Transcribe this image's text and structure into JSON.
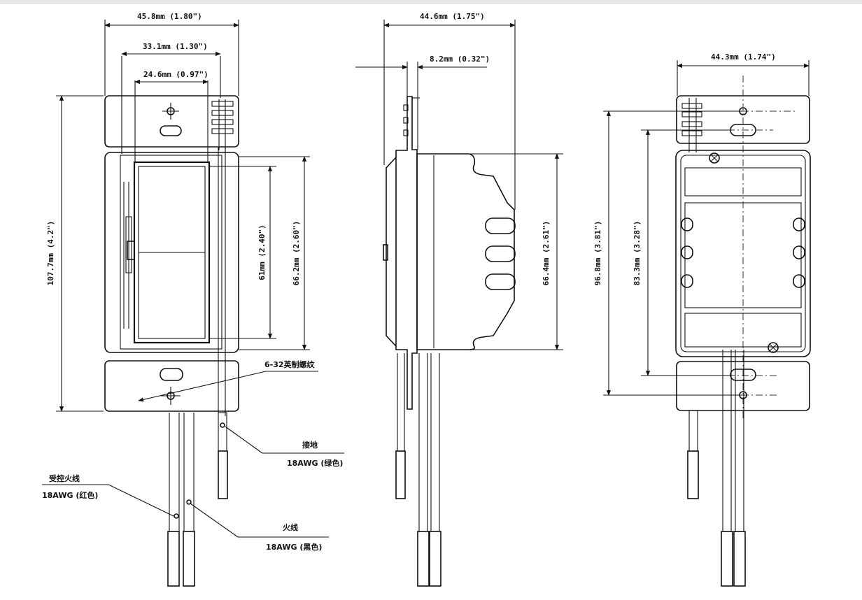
{
  "views": {
    "front": {
      "overall_width": "45.8mm (1.80\")",
      "plate_width": "33.1mm (1.30\")",
      "paddle_width": "24.6mm (0.97\")",
      "overall_height": "107.7mm (4.2\")",
      "paddle_height": "61mm (2.40\")",
      "body_height": "66.2mm (2.60\")",
      "screw_thread": "6-32英制螺纹"
    },
    "side": {
      "overall_depth": "44.6mm (1.75\")",
      "plate_depth": "8.2mm (0.32\")",
      "body_height": "66.4mm (2.61\")"
    },
    "back": {
      "width": "44.3mm (1.74\")",
      "mount_height": "96.8mm (3.81\")",
      "inner_height": "83.3mm (3.28\")"
    }
  },
  "wires": {
    "ground_name": "接地",
    "ground_spec": "18AWG (绿色)",
    "load_name": "受控火线",
    "load_spec": "18AWG (红色)",
    "line_name": "火线",
    "line_spec": "18AWG (黑色)"
  }
}
